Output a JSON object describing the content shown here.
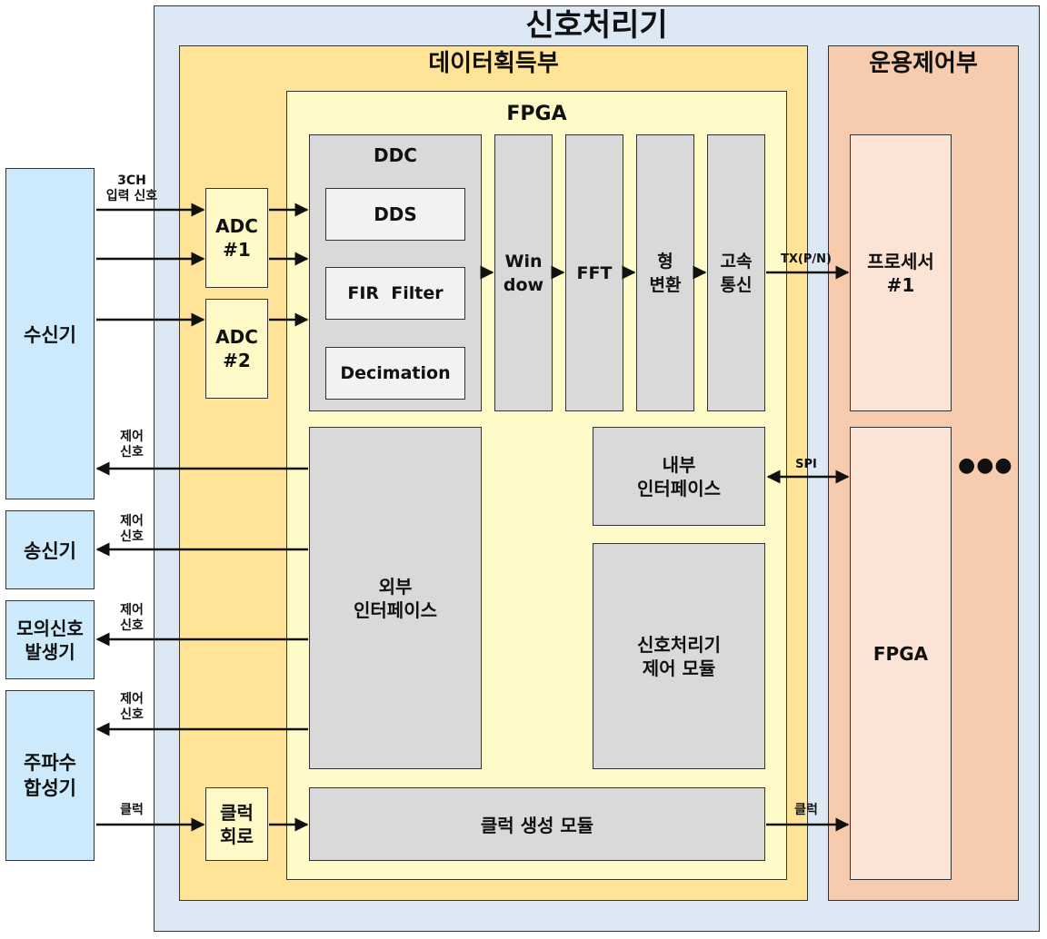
{
  "titles": {
    "processor": "신호처리기",
    "acquisition": "데이터획득부",
    "fpga_main": "FPGA",
    "operations": "운용제어부"
  },
  "external": {
    "receiver": "수신기",
    "transmitter": "송신기",
    "simulator": "모의신호\n발생기",
    "synthesizer": "주파수\n합성기"
  },
  "acq": {
    "adc1": "ADC\n#1",
    "adc2": "ADC\n#2",
    "clock_circuit": "클럭\n회로"
  },
  "fpga": {
    "ddc": "DDC",
    "dds": "DDS",
    "fir": "FIR  Filter",
    "decimation": "Decimation",
    "window": "Win\ndow",
    "fft": "FFT",
    "transform": "형\n변환",
    "highspeed": "고속\n통신",
    "internal_if": "내부\n인터페이스",
    "external_if": "외부\n인터페이스",
    "control_module": "신호처리기\n제어 모듈",
    "clock_module": "클럭 생성 모듈"
  },
  "ops": {
    "processor1": "프로세서\n#1",
    "fpga": "FPGA",
    "more": "●●●"
  },
  "signals": {
    "input_3ch": "3CH\n입력 신호",
    "control": "제어\n신호",
    "clock": "클럭",
    "tx": "TX(P/N)",
    "spi": "SPI"
  },
  "colors": {
    "processor_bg": "#dde8f5",
    "acquisition_bg": "#ffe396",
    "fpga_bg": "#fffbc8",
    "operations_bg": "#f7cbad",
    "ops_inner": "#fbe3d6",
    "external_bg": "#cdeafd",
    "module_bg": "#d9d9d9",
    "submodule_bg": "#f2f2f2",
    "adc_bg": "#fff9c8"
  }
}
